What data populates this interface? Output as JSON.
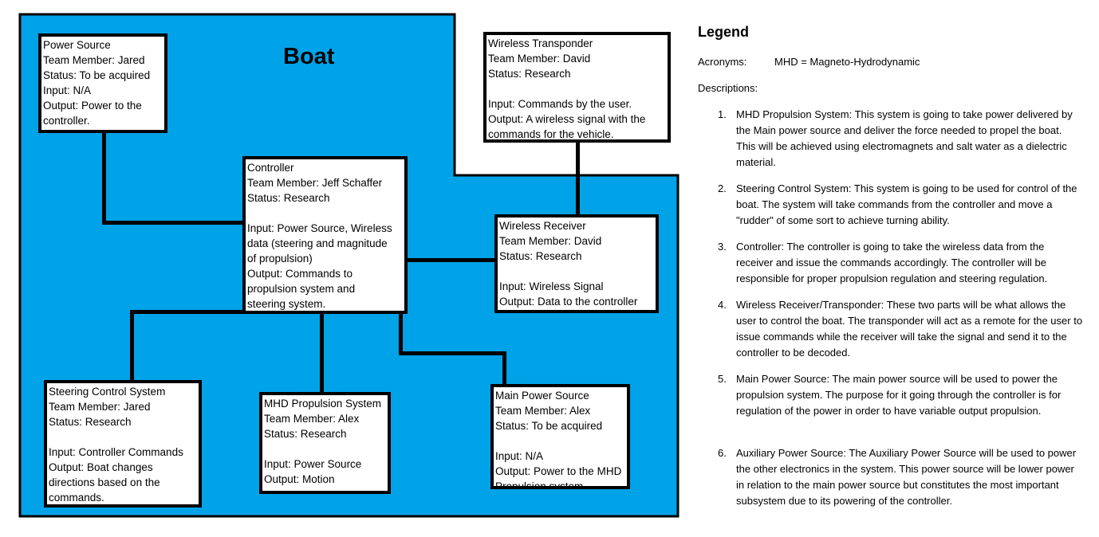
{
  "diagram": {
    "title": "Boat",
    "boat_color": "#00a2e8",
    "boxes": {
      "power_source": [
        "Power Source",
        "Team Member: Jared",
        "Status: To be acquired",
        "Input: N/A",
        "Output: Power to the",
        "controller."
      ],
      "wireless_transponder": [
        "Wireless Transponder",
        "Team Member: David",
        "Status: Research",
        "",
        "Input: Commands by the user.",
        "Output: A wireless signal with the",
        "commands for the vehicle."
      ],
      "controller": [
        "Controller",
        "Team Member: Jeff Schaffer",
        "Status: Research",
        "",
        "Input: Power Source, Wireless",
        "data (steering and magnitude",
        "of propulsion)",
        "Output: Commands to",
        "propulsion system and",
        "steering system."
      ],
      "wireless_receiver": [
        "Wireless Receiver",
        "Team Member: David",
        "Status: Research",
        "",
        "Input: Wireless Signal",
        "Output: Data to the controller"
      ],
      "steering_control": [
        "Steering Control System",
        "Team Member: Jared",
        "Status: Research",
        "",
        "Input: Controller Commands",
        "Output: Boat changes",
        "directions based on the",
        "commands."
      ],
      "mhd_propulsion": [
        "MHD Propulsion System",
        "Team Member: Alex",
        "Status: Research",
        "",
        "Input: Power Source",
        "Output: Motion"
      ],
      "main_power": [
        "Main Power Source",
        "Team Member: Alex",
        "Status: To be acquired",
        "",
        "Input: N/A",
        "Output: Power to the MHD",
        "Propulsion system."
      ]
    }
  },
  "legend": {
    "title": "Legend",
    "acronyms_label": "Acronyms:",
    "acronyms_value": "MHD = Magneto-Hydrodynamic",
    "descriptions_label": "Descriptions:",
    "items": [
      {
        "num": "1.",
        "text": "MHD Propulsion System: This system is going to take power delivered by the Main power source and deliver the force needed to propel the boat. This will be achieved using electromagnets and salt water as a dielectric material."
      },
      {
        "num": "2.",
        "text": "Steering Control System: This system is going to be used for control of the boat. The system will take commands from the controller and move a \"rudder\" of some sort to achieve turning ability."
      },
      {
        "num": "3.",
        "text": "Controller: The controller is going to take the wireless data from the receiver and issue the commands accordingly. The controller will be responsible for proper propulsion regulation and steering regulation."
      },
      {
        "num": "4.",
        "text": "Wireless Receiver/Transponder: These two parts will be what allows the user to control the boat. The transponder will act as a remote for the user to issue commands while the receiver will take the signal and send it to the controller to be decoded."
      },
      {
        "num": "5.",
        "text": "Main Power Source: The main power source will be used to power the propulsion system. The purpose for it going through the controller is for regulation of the power in order to have variable output propulsion."
      },
      {
        "num": "6.",
        "text": "Auxiliary Power Source: The Auxiliary Power Source will be used to power the other electronics in the system. This power source will be lower power in relation to the main power source but constitutes the most important subsystem due to its powering of the controller."
      }
    ]
  }
}
